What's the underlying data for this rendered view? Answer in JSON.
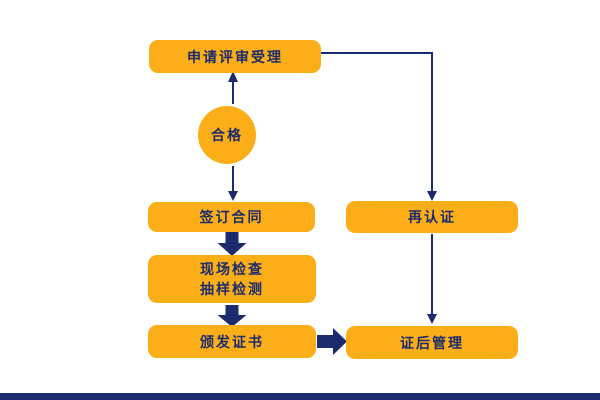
{
  "diagram": {
    "title": "certification-process-flowchart",
    "nodes": {
      "apply": {
        "label": "申请评审受理",
        "shape": "rounded-box"
      },
      "qualified": {
        "label": "合格",
        "shape": "circle"
      },
      "contract": {
        "label": "签订合同",
        "shape": "rounded-box"
      },
      "inspection": {
        "line1": "现场检查",
        "line2": "抽样检测",
        "shape": "rounded-box"
      },
      "certificate": {
        "label": "颁发证书",
        "shape": "rounded-box"
      },
      "recertification": {
        "label": "再认证",
        "shape": "rounded-box"
      },
      "post_management": {
        "label": "证后管理",
        "shape": "rounded-box"
      }
    },
    "edges": [
      {
        "from": "qualified",
        "to": "apply",
        "style": "thin-arrow-up"
      },
      {
        "from": "qualified",
        "to": "contract",
        "style": "thin-arrow-down"
      },
      {
        "from": "apply",
        "to": "recertification",
        "style": "thin-elbow-arrow"
      },
      {
        "from": "recertification",
        "to": "post_management",
        "style": "thin-arrow-down"
      },
      {
        "from": "contract",
        "to": "inspection",
        "style": "block-arrow-down"
      },
      {
        "from": "inspection",
        "to": "certificate",
        "style": "block-arrow-down"
      },
      {
        "from": "certificate",
        "to": "post_management",
        "style": "block-arrow-right"
      }
    ]
  },
  "colors": {
    "node_fill": "#FBAE17",
    "line": "#1C2B6E",
    "text": "#1C2B6E",
    "footer": "#1C2B6E",
    "background": "#FFFFFF"
  }
}
